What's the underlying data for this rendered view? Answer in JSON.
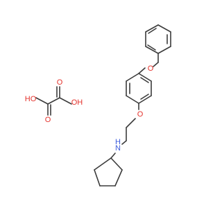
{
  "molecule": {
    "atoms": {
      "o_benzyl": "O",
      "o_ether": "O",
      "n_amine": "N",
      "h_amine": "H",
      "oxalic_oh_left": "HO",
      "oxalic_oh_right": "OH",
      "oxalic_o_top": "O",
      "oxalic_o_bottom": "O"
    },
    "colors": {
      "bond": "#3b3b3b",
      "oxygen": "#e4312b",
      "nitrogen": "#3b5bdb"
    }
  }
}
